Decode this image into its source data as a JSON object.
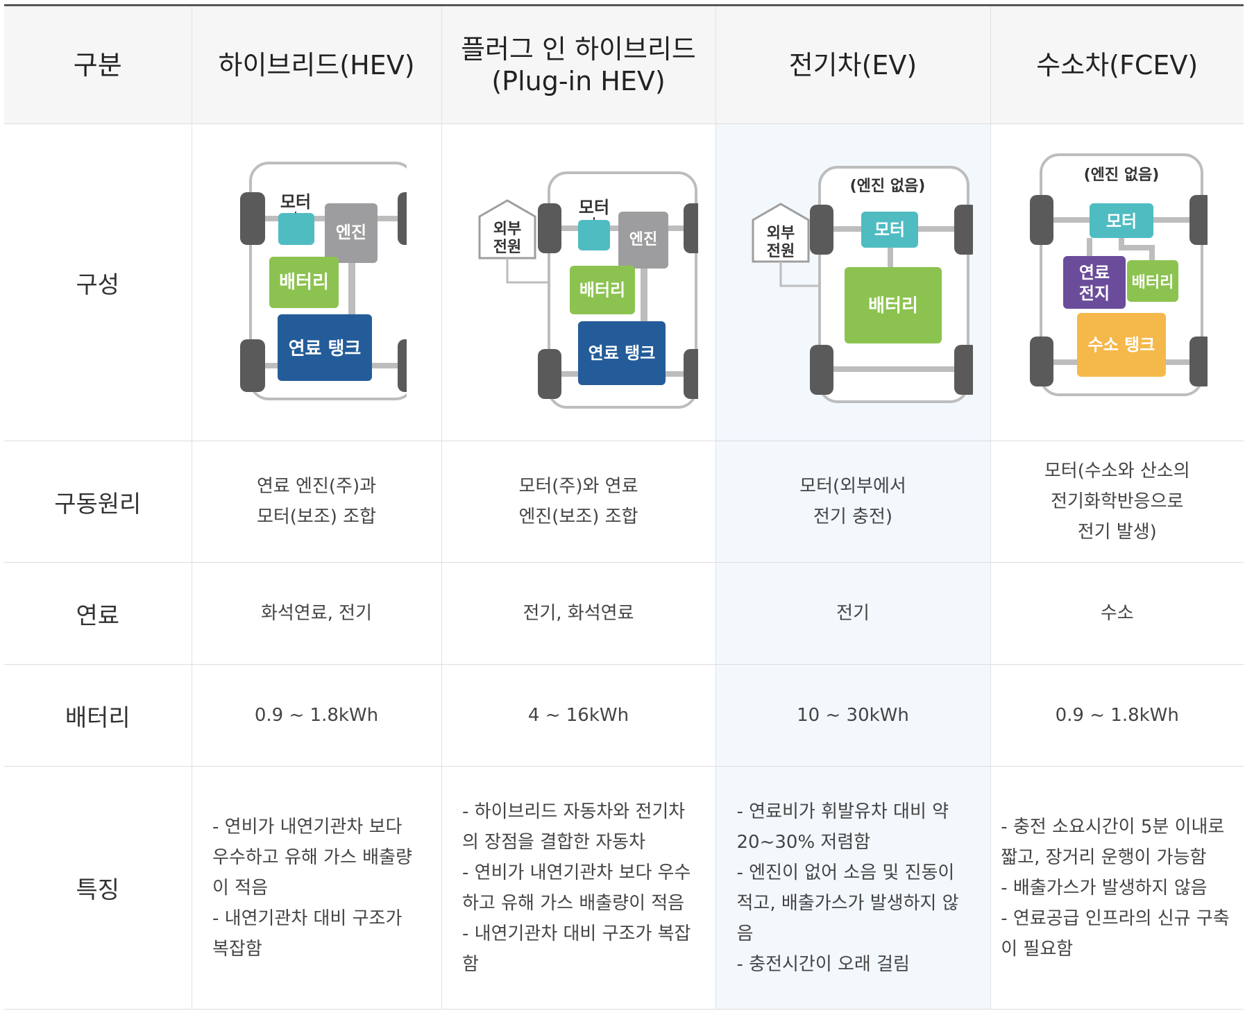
{
  "header": {
    "category": "구분",
    "hev": "하이브리드(HEV)",
    "phev_line1": "플러그 인 하이브리드",
    "phev_line2": "(Plug-in HEV)",
    "ev": "전기차(EV)",
    "fcev": "수소차(FCEV)"
  },
  "rows": {
    "composition": "구성",
    "drive": "구동원리",
    "fuel": "연료",
    "battery": "배터리",
    "features": "특징"
  },
  "diagram_labels": {
    "motor": "모터",
    "engine": "엔진",
    "battery": "배터리",
    "fuel_tank": "연료 탱크",
    "external_line1": "외부",
    "external_line2": "전원",
    "no_engine": "(엔진 없음)",
    "fuel_cell_line1": "연료",
    "fuel_cell_line2": "전지",
    "hydrogen_tank": "수소 탱크"
  },
  "colors": {
    "motor": "#4fbcc2",
    "engine": "#9d9d9f",
    "battery": "#8cc350",
    "fuel_tank": "#245c99",
    "fuel_cell": "#6b4c9a",
    "hydrogen_tank": "#f5b84a",
    "ev_highlight": "#f3f8fd"
  },
  "drive": {
    "hev": [
      "연료 엔진(주)과",
      "모터(보조) 조합"
    ],
    "phev": [
      "모터(주)와 연료",
      "엔진(보조) 조합"
    ],
    "ev": [
      "모터(외부에서",
      "전기 충전)"
    ],
    "fcev": [
      "모터(수소와 산소의",
      "전기화학반응으로",
      "전기 발생)"
    ]
  },
  "fuel": {
    "hev": "화석연료, 전기",
    "phev": "전기, 화석연료",
    "ev": "전기",
    "fcev": "수소"
  },
  "battery": {
    "hev": "0.9 ~ 1.8kWh",
    "phev": "4 ~ 16kWh",
    "ev": "10 ~ 30kWh",
    "fcev": "0.9 ~ 1.8kWh"
  },
  "features": {
    "hev": [
      "- 연비가 내연기관차 보다 우수하고 유해 가스 배출량이 적음",
      "- 내연기관차 대비 구조가 복잡함"
    ],
    "phev": [
      "- 하이브리드 자동차와 전기차의 장점을 결합한 자동차",
      "- 연비가 내연기관차 보다 우수하고 유해 가스 배출량이 적음",
      "- 내연기관차 대비 구조가 복잡함"
    ],
    "ev": [
      "- 연료비가 휘발유차 대비 약 20~30% 저렴함",
      "- 엔진이 없어 소음 및 진동이 적고, 배출가스가 발생하지 않음",
      "- 충전시간이 오래 걸림"
    ],
    "fcev": [
      "- 충전 소요시간이 5분 이내로 짧고, 장거리 운행이 가능함",
      "- 배출가스가 발생하지 않음",
      "- 연료공급 인프라의 신규 구축이 필요함"
    ]
  }
}
